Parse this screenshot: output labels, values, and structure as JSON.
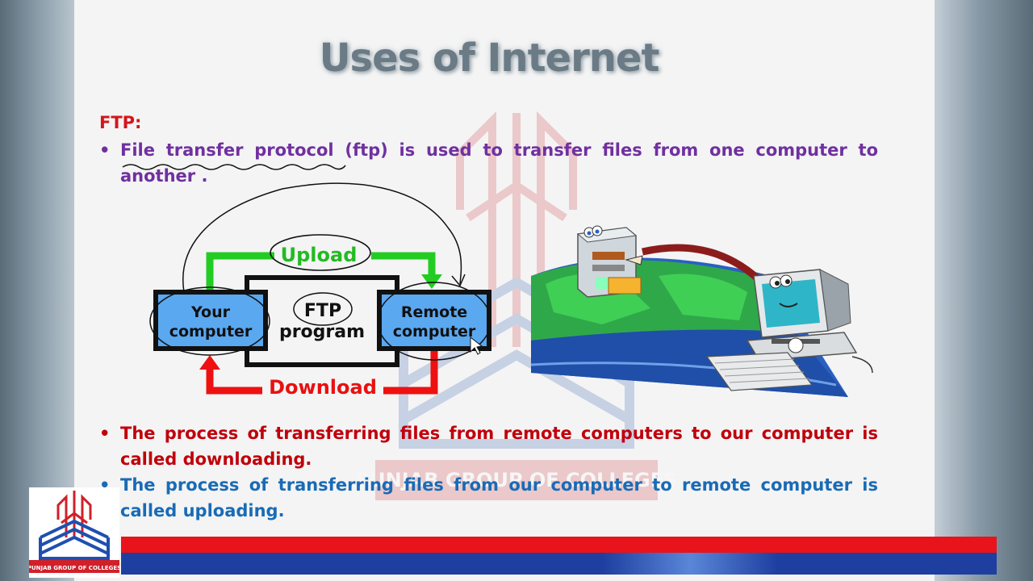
{
  "slide": {
    "title": "Uses of Internet",
    "section_heading": "FTP:",
    "bullets": [
      {
        "marker": "•",
        "text": "File transfer protocol (ftp) is used to transfer files from one computer to another ."
      },
      {
        "marker": "•",
        "text": "The process of transferring files from remote computers to our computer is called downloading."
      },
      {
        "marker": "•",
        "text": "The process of transferring files from our computer to remote computer is called uploading."
      }
    ]
  },
  "diagram": {
    "upload_label": "Upload",
    "download_label": "Download",
    "your_computer_line1": "Your",
    "your_computer_line2": "computer",
    "ftp_program_line1": "FTP",
    "ftp_program_line2": "program",
    "remote_computer_line1": "Remote",
    "remote_computer_line2": "computer"
  },
  "branding": {
    "logo_text": "PUNJAB GROUP OF COLLEGES",
    "watermark_text": "PUNJAB GROUP OF COLLEGES"
  },
  "colors": {
    "heading_red": "#d3161b",
    "bullet1_purple": "#7030a0",
    "bullet2_red": "#c0000b",
    "bullet3_blue": "#1a6bb5",
    "upload_green": "#22cc22",
    "download_red": "#ee1111",
    "box_blue": "#5aa8f0",
    "stripe_red": "#e8131b",
    "stripe_blue": "#1e3fa0"
  },
  "icons": [
    "ftp-diagram",
    "internet-globe-computers-illustration",
    "college-logo-icon",
    "college-watermark-icon"
  ]
}
